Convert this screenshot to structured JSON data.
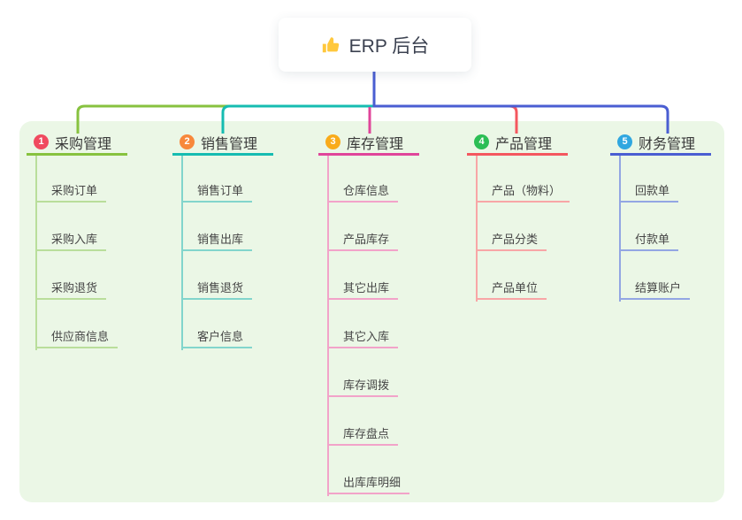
{
  "root": {
    "title": "ERP 后台",
    "icon": "thumbs-up-icon"
  },
  "branches": [
    {
      "number": "1",
      "label": "采购管理",
      "badge_color": "#F04A5F",
      "line_color": "#87C23F",
      "child_line_color": "#B9DE9B",
      "children": [
        "采购订单",
        "采购入库",
        "采购退货",
        "供应商信息"
      ]
    },
    {
      "number": "2",
      "label": "销售管理",
      "badge_color": "#F8883B",
      "line_color": "#16BCB1",
      "child_line_color": "#82D5CC",
      "children": [
        "销售订单",
        "销售出库",
        "销售退货",
        "客户信息"
      ]
    },
    {
      "number": "3",
      "label": "库存管理",
      "badge_color": "#F9AB1A",
      "line_color": "#E0459A",
      "child_line_color": "#F2A3C9",
      "children": [
        "仓库信息",
        "产品库存",
        "其它出库",
        "其它入库",
        "库存调拨",
        "库存盘点",
        "出库库明细"
      ]
    },
    {
      "number": "4",
      "label": "产品管理",
      "badge_color": "#2CBE55",
      "line_color": "#F4575F",
      "child_line_color": "#F8A6A6",
      "children": [
        "产品（物料）",
        "产品分类",
        "产品单位"
      ]
    },
    {
      "number": "5",
      "label": "财务管理",
      "badge_color": "#30A7E0",
      "line_color": "#4A5ED2",
      "child_line_color": "#93A6E3",
      "children": [
        "回款单",
        "付款单",
        "结算账户"
      ]
    }
  ],
  "colors": {
    "panel_bg": "#EBF7E6",
    "page_bg": "#FFFFFF",
    "root_text": "#3B4150",
    "root_connector": "#4A5ED2",
    "thumb_icon": "#FFC83D"
  }
}
